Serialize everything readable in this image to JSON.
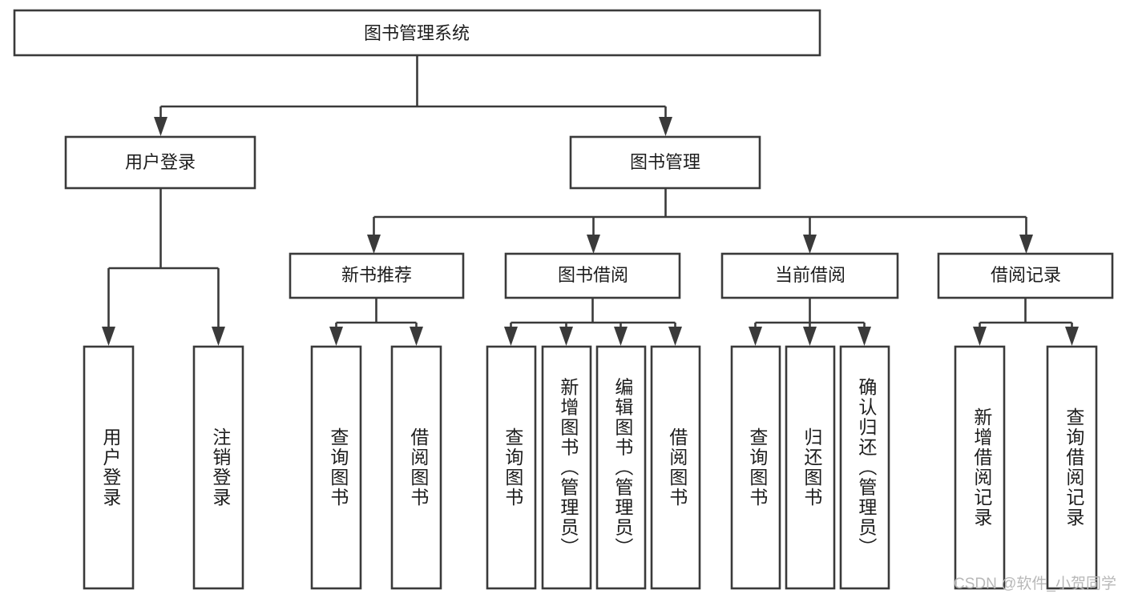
{
  "diagram": {
    "type": "tree-hierarchy",
    "title": "图书管理系统",
    "orientation": "top-down",
    "watermark": "CSDN @软件_小贺同学",
    "colors": {
      "stroke": "#3a3a3a",
      "fill": "#ffffff",
      "text": "#1d1d1d",
      "watermark": "#b8b8b8"
    },
    "levels": {
      "root": {
        "label": "图书管理系统"
      },
      "level2": [
        {
          "label": "用户登录"
        },
        {
          "label": "图书管理"
        }
      ],
      "level3": [
        {
          "label": "新书推荐"
        },
        {
          "label": "图书借阅"
        },
        {
          "label": "当前借阅"
        },
        {
          "label": "借阅记录"
        }
      ],
      "leaves_user_login": [
        {
          "label": "用户登录"
        },
        {
          "label": "注销登录"
        }
      ],
      "leaves_new_book": [
        {
          "label": "查询图书"
        },
        {
          "label": "借阅图书"
        }
      ],
      "leaves_borrow": [
        {
          "label": "查询图书"
        },
        {
          "label": "新增图书（管理员）"
        },
        {
          "label": "编辑图书（管理员）"
        },
        {
          "label": "借阅图书"
        }
      ],
      "leaves_current": [
        {
          "label": "查询图书"
        },
        {
          "label": "归还图书"
        },
        {
          "label": "确认归还（管理员）"
        }
      ],
      "leaves_records": [
        {
          "label": "新增借阅记录"
        },
        {
          "label": "查询借阅记录"
        }
      ]
    }
  }
}
